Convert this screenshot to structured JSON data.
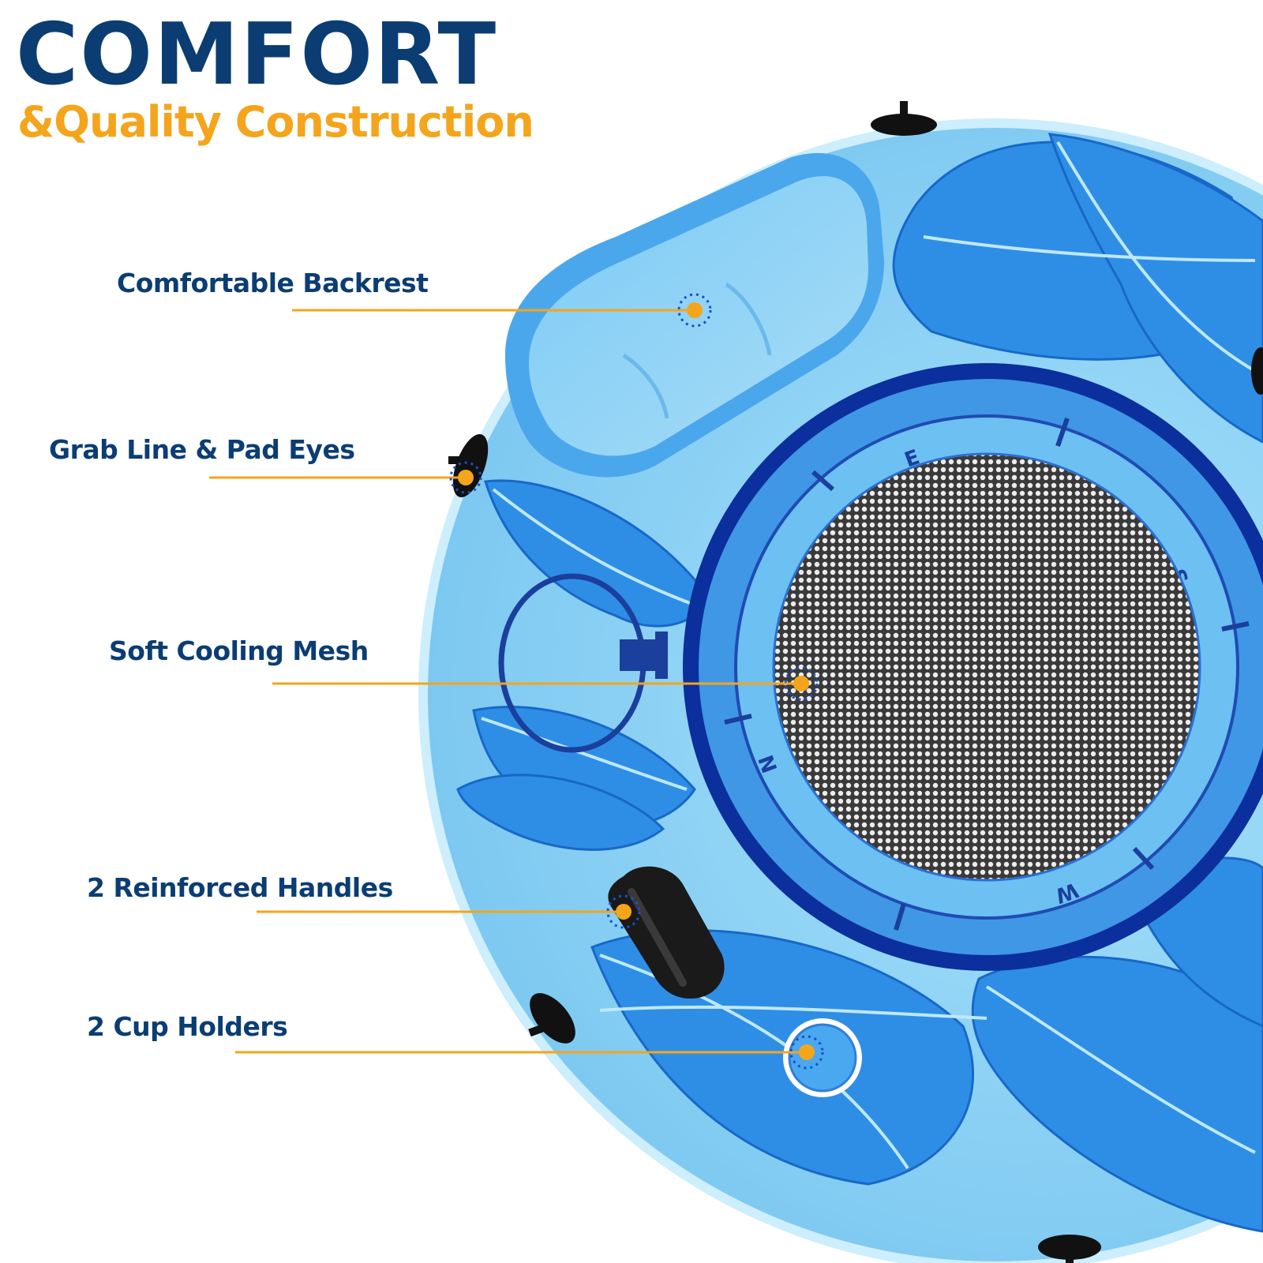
{
  "heading": {
    "title": "COMFORT",
    "subtitle": "&Quality Construction"
  },
  "features": [
    {
      "label": "Comfortable Backrest"
    },
    {
      "label": "Grab Line & Pad Eyes"
    },
    {
      "label": "Soft Cooling Mesh"
    },
    {
      "label": "2 Reinforced Handles"
    },
    {
      "label": "2 Cup Holders"
    }
  ],
  "compass": [
    "E",
    "S",
    "W",
    "N"
  ],
  "colors": {
    "title": "#0b3d73",
    "accent": "#f4a51c",
    "float_base": "#8fd3f4",
    "leaf": "#2f8fe6",
    "ring_dark": "#0b2f9c"
  }
}
